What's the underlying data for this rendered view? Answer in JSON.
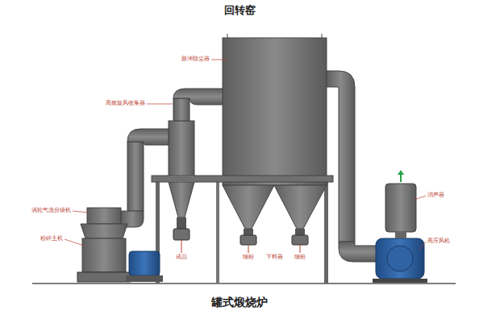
{
  "diagram": {
    "title": "回转窑",
    "caption": "罐式煅烧炉",
    "labels": [
      "脉冲除尘器",
      "高效旋风收集器",
      "涡轮气流分级机",
      "粉碎主机",
      "成品",
      "细粉",
      "下料器",
      "细粉",
      "消声器",
      "高压风机"
    ]
  }
}
